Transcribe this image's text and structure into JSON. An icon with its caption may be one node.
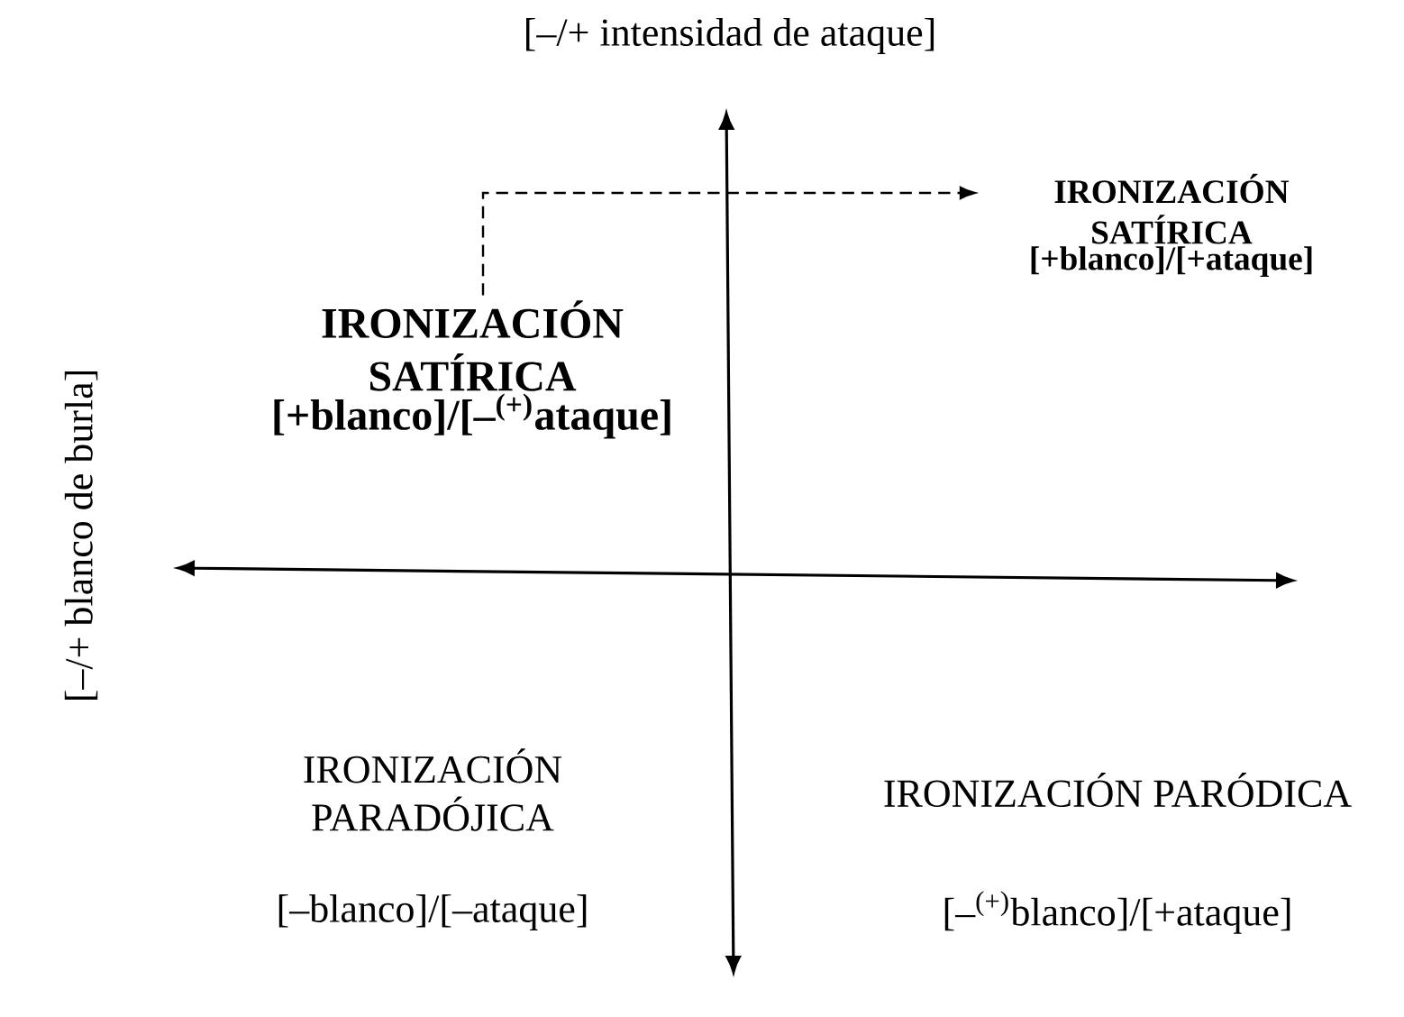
{
  "diagram": {
    "nodes": [
      {
        "text": [
          "IRONIZACIÓN SATÍRICA",
          "[+blanco]/[–$^{(+)}$ataque]"
        ]
      },
      {
        "text": [
          "IRONIZACIÓN SATÍRICA",
          "[+blanco]/[+ataque]"
        ]
      }
    ],
    "edges": [
      {
        "from": 0,
        "to": 1,
        "arrow": "to",
        "style": "dashed"
      }
    ],
    "labels": [
      "[–/+ intensidad de ataque]",
      "[–/+ blanco de burla]",
      "IRONIZACIÓN PARADÓJICA",
      "[–blanco]/[–ataque]",
      "IRONIZACIÓN PARÓDICA",
      "[–$^{(+)}$blanco]/[+ataque]"
    ]
  }
}
